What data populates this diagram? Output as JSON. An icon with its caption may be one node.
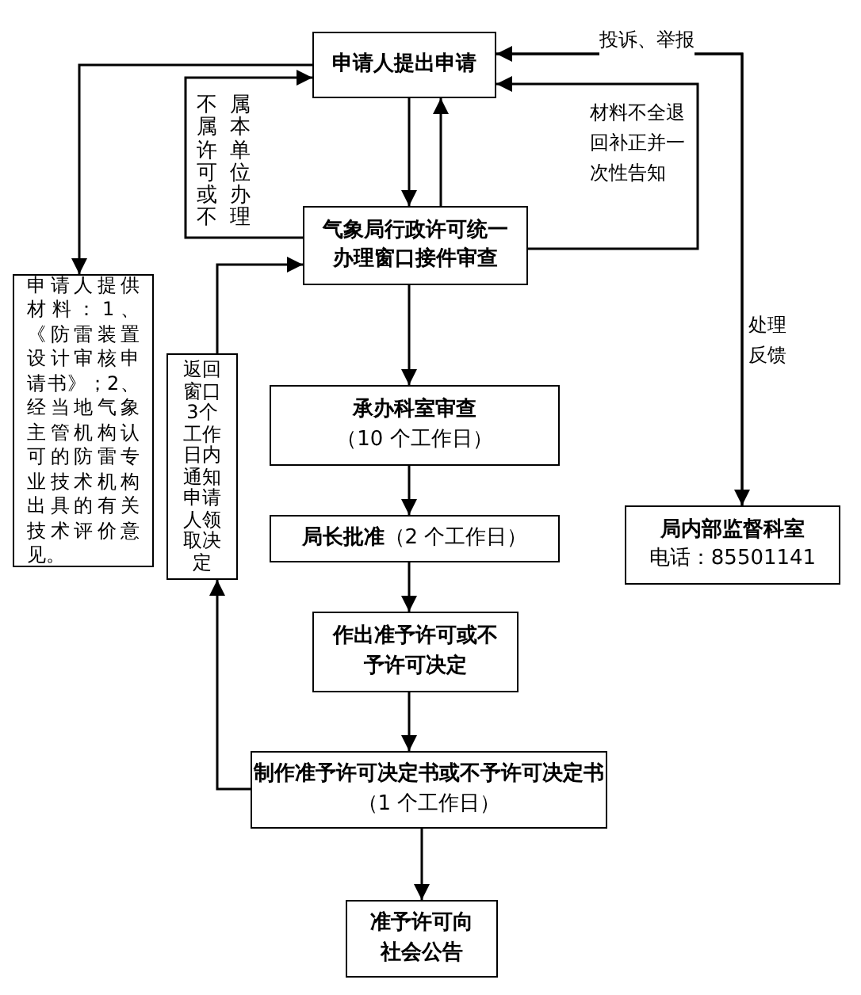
{
  "diagram": {
    "nodes": [
      {
        "text": [
          "申请人提出申请"
        ]
      },
      {
        "text": [
          "气象局行政许可统一办理窗口接件审查"
        ]
      },
      {
        "text": [
          "申请人提供材料：1、《防雷装置设计审核申请书》；2、经当地气象主管机构认可的防雷专业技术机构出具的有关技术评价意见。"
        ]
      },
      {
        "text": [
          "返回窗口3个工作日内通知申请人领取决定"
        ]
      },
      {
        "text": [
          "承办科室审查",
          "（10 个工作日）"
        ]
      },
      {
        "text": [
          "**局长批准**（2 个工作日）"
        ]
      },
      {
        "text": [
          "作出准予许可或不予许可决定"
        ]
      },
      {
        "text": [
          "**制作准予许可决定书或不予许可决定书**（1 个工作日）"
        ]
      },
      {
        "text": [
          "准予许可向社会公告"
        ]
      },
      {
        "text": [
          "局内部监督科室",
          "电话：85501141"
        ]
      }
    ],
    "edges": [
      {
        "from": 0,
        "to": 1,
        "arrow": "to"
      },
      {
        "from": 1,
        "to": 0,
        "arrow": "to"
      },
      {
        "from": 0,
        "to": 2,
        "arrow": "to"
      },
      {
        "from": 1,
        "to": 0,
        "arrow": "to",
        "label": "不属许可或不属本单位办理"
      },
      {
        "from": 1,
        "to": 0,
        "arrow": "to",
        "label": "材料不全退回补正并一次性告知"
      },
      {
        "from": 9,
        "to": 0,
        "arrow": "to",
        "label": "投诉、举报"
      },
      {
        "from": 0,
        "to": 9,
        "arrow": "to",
        "label": "处理反馈"
      },
      {
        "from": 1,
        "to": 4,
        "arrow": "to"
      },
      {
        "from": 4,
        "to": 5,
        "arrow": "to"
      },
      {
        "from": 5,
        "to": 6,
        "arrow": "to"
      },
      {
        "from": 6,
        "to": 7,
        "arrow": "to"
      },
      {
        "from": 7,
        "to": 8,
        "arrow": "to"
      },
      {
        "from": 7,
        "to": 3,
        "arrow": "to"
      },
      {
        "from": 3,
        "to": 1,
        "arrow": "to"
      }
    ]
  }
}
